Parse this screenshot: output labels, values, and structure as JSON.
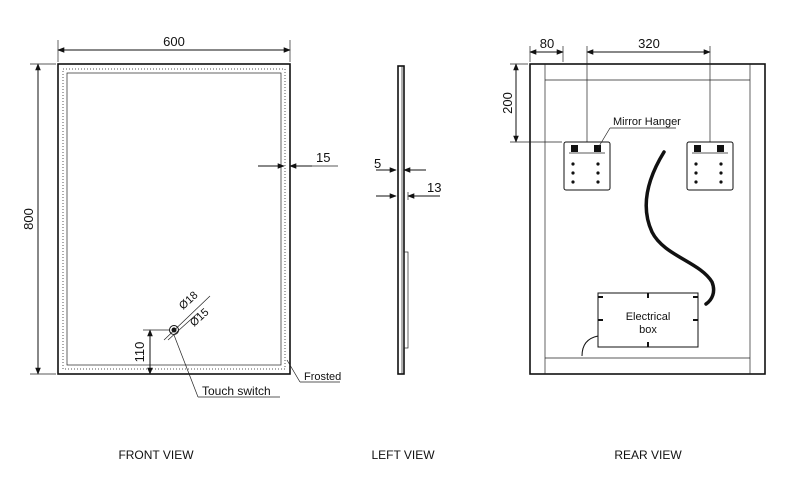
{
  "front_view": {
    "width_label": "600",
    "height_label": "800",
    "frost_width_label": "15",
    "outer_diameter_label": "Ø18",
    "inner_diameter_label": "Ø15",
    "switch_offset_label": "110",
    "frosted_label": "Frosted",
    "touch_switch_label": "Touch switch",
    "caption": "FRONT VIEW"
  },
  "left_view": {
    "glass_label": "5",
    "depth_label": "13",
    "caption": "LEFT VIEW"
  },
  "rear_view": {
    "edge_offset_label": "80",
    "hanger_spacing_label": "320",
    "hanger_height_label": "200",
    "mirror_hanger_label": "Mirror Hanger",
    "electrical_box_label_line1": "Electrical",
    "electrical_box_label_line2": "box",
    "caption": "REAR VIEW"
  }
}
